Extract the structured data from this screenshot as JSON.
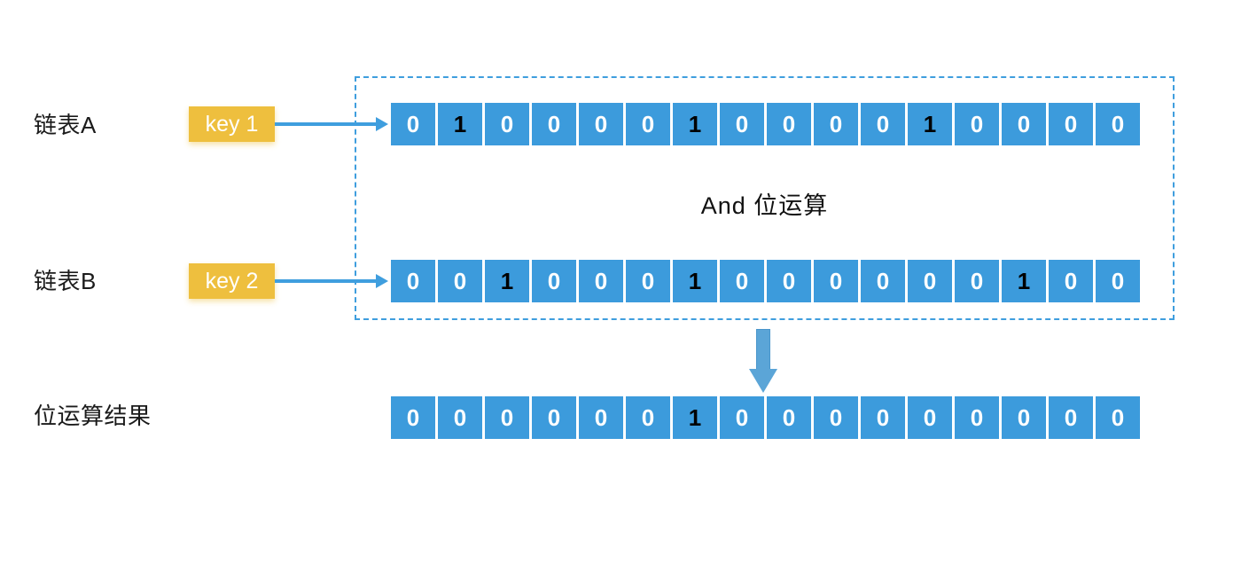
{
  "diagram": {
    "title_caption": "And 位运算",
    "colors": {
      "bit_cell": "#3c9bdc",
      "key_tag": "#eebf3e",
      "arrow": "#3f9ede",
      "down_arrow": "#5ba5d7",
      "dashed_border": "#3f9ede",
      "bit_zero_text": "#ffffff",
      "bit_one_text": "#000000"
    },
    "rows": [
      {
        "label": "链表A",
        "key_label": "key 1",
        "bits": [
          0,
          1,
          0,
          0,
          0,
          0,
          1,
          0,
          0,
          0,
          0,
          1,
          0,
          0,
          0,
          0
        ]
      },
      {
        "label": "链表B",
        "key_label": "key 2",
        "bits": [
          0,
          0,
          1,
          0,
          0,
          0,
          1,
          0,
          0,
          0,
          0,
          0,
          0,
          1,
          0,
          0
        ]
      }
    ],
    "result": {
      "label": "位运算结果",
      "bits": [
        0,
        0,
        0,
        0,
        0,
        0,
        1,
        0,
        0,
        0,
        0,
        0,
        0,
        0,
        0,
        0
      ]
    }
  }
}
